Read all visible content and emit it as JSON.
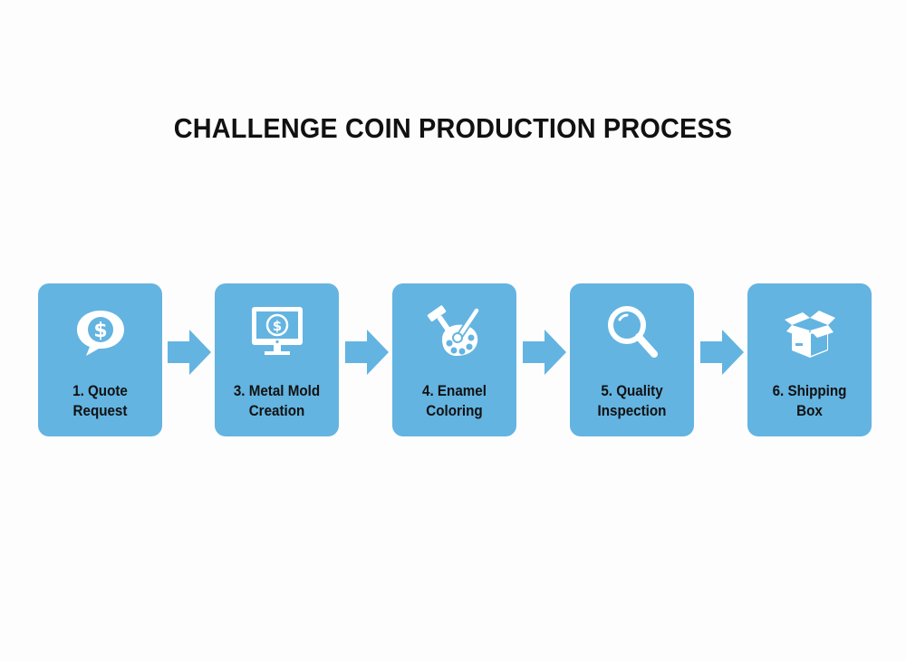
{
  "title": "CHALLENGE COIN PRODUCTION PROCESS",
  "colors": {
    "box": "#63b4e1",
    "arrow": "#63b4e1",
    "text": "#111111",
    "icon": "#ffffff",
    "background": "#fdfdfd"
  },
  "steps": [
    {
      "line1": "1. Quote",
      "line2": "Request",
      "icon": "speech-bubble-dollar-icon"
    },
    {
      "line1": "3. Metal Mold",
      "line2": "Creation",
      "icon": "monitor-dollar-icon"
    },
    {
      "line1": "4. Enamel",
      "line2": "Coloring",
      "icon": "hammer-palette-icon"
    },
    {
      "line1": "5. Quality",
      "line2": "Inspection",
      "icon": "magnifier-icon"
    },
    {
      "line1": "6. Shipping",
      "line2": "Box",
      "icon": "open-box-icon"
    }
  ],
  "arrows": [
    "right-arrow",
    "right-arrow",
    "right-arrow",
    "right-arrow"
  ]
}
